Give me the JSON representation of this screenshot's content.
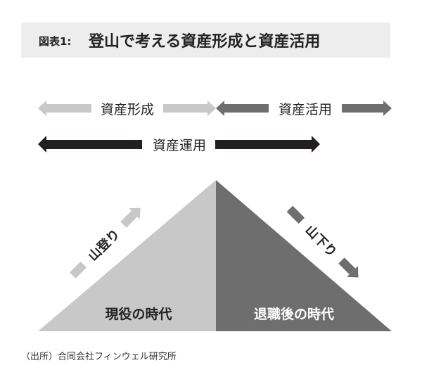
{
  "title": {
    "prefix": "図表1:",
    "main": "登山で考える資産形成と資産活用"
  },
  "arrows": {
    "formation": "資産形成",
    "utilization": "資産活用",
    "management": "資産運用"
  },
  "mountain": {
    "climb_label": "山登り",
    "descent_label": "山下り",
    "left_label": "現役の時代",
    "right_label": "退職後の時代"
  },
  "source": "（出所）合同会社フィンウェル研究所",
  "colors": {
    "light": "#c8c8c8",
    "dark": "#6e6e6e",
    "black": "#231f1f",
    "title_bg": "#ededed"
  }
}
